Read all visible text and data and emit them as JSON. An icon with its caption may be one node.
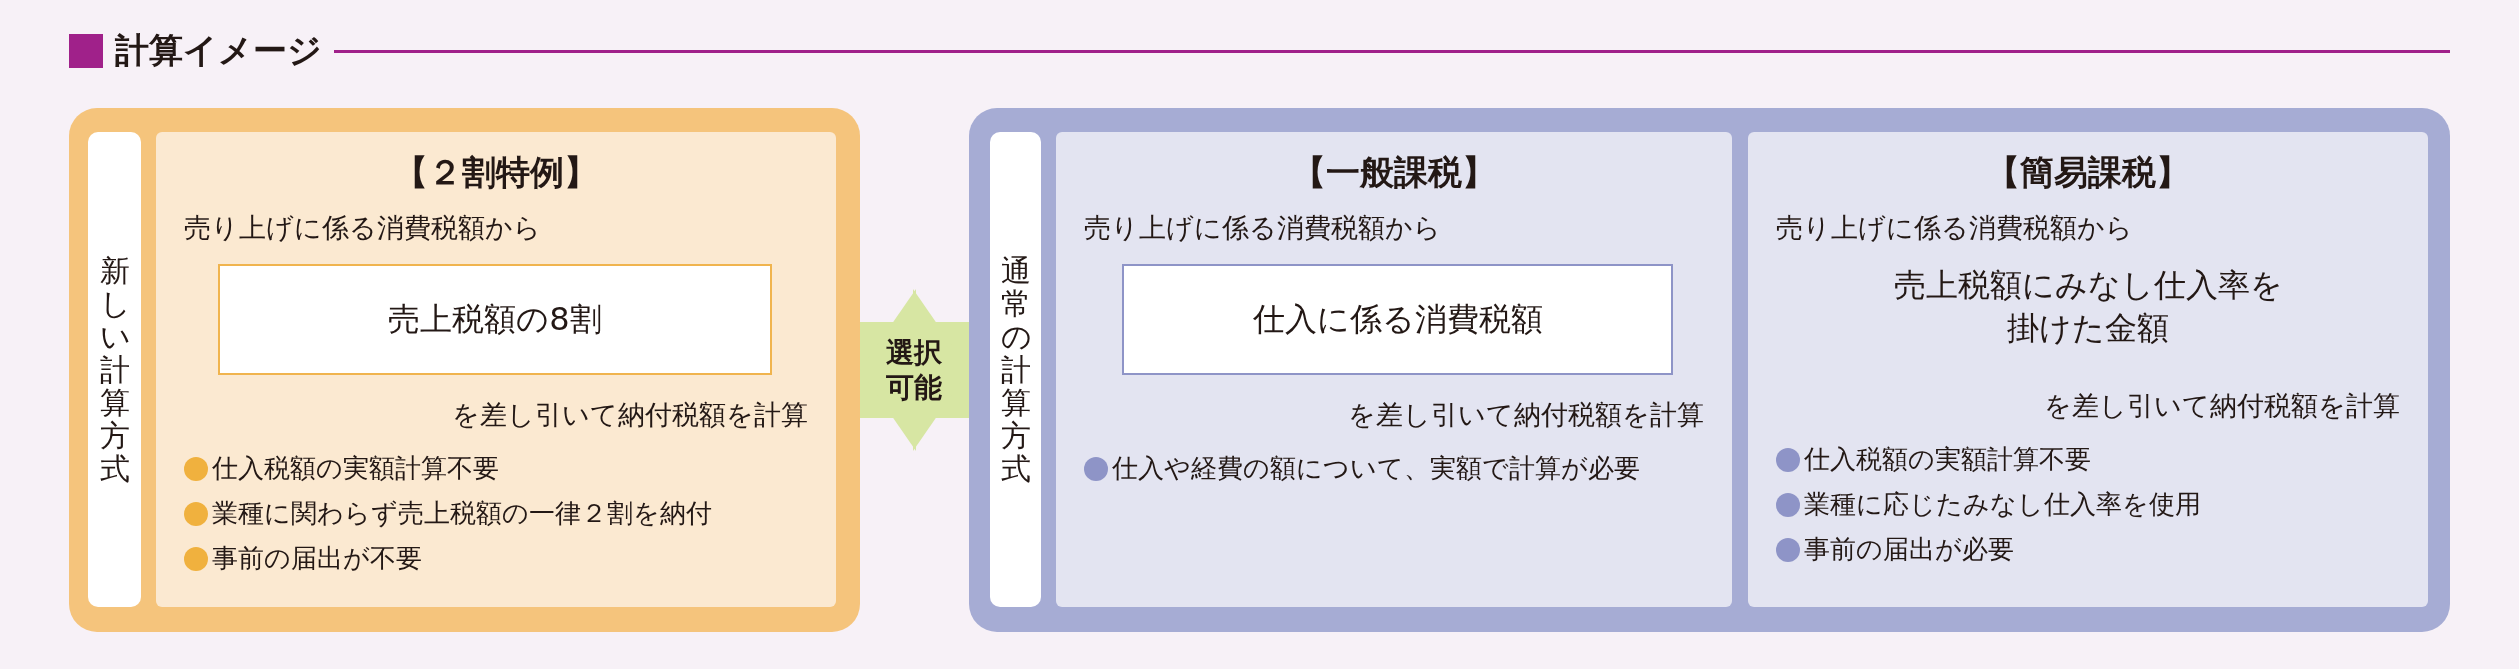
{
  "diagram": {
    "title": "計算イメージ",
    "nodes": [
      {
        "text": [],
        "shape": "box"
      },
      {
        "text": [
          "新しい計算方式"
        ],
        "in": 0
      },
      {
        "text": [
          "【２割特例】",
          "売り上げに係る消費税額から",
          "を差し引いて納付税額を計算",
          "仕入税額の実額計算不要",
          "業種に関わらず売上税額の一律２割を納付",
          "事前の届出が不要"
        ],
        "in": 0
      },
      {
        "text": [
          "売上税額の8割"
        ],
        "in": 2
      },
      {
        "text": [],
        "shape": "box"
      },
      {
        "text": [
          "通常の計算方式"
        ],
        "in": 4
      },
      {
        "text": [
          "【一般課税】",
          "売り上げに係る消費税額から",
          "を差し引いて納付税額を計算",
          "仕入や経費の額について、実額で計算が必要"
        ],
        "in": 4
      },
      {
        "text": [
          "仕入に係る消費税額"
        ],
        "in": 6
      },
      {
        "text": [
          "【簡易課税】",
          "売り上げに係る消費税額から",
          "売上税額にみなし仕入率を掛けた金額",
          "を差し引いて納付税額を計算",
          "仕入税額の実額計算不要",
          "業種に応じたみなし仕入率を使用",
          "事前の届出が必要"
        ],
        "in": 4
      }
    ],
    "edges": [
      {
        "from": 0,
        "to": 4,
        "arrow": "both",
        "label": "選択可能"
      }
    ]
  }
}
